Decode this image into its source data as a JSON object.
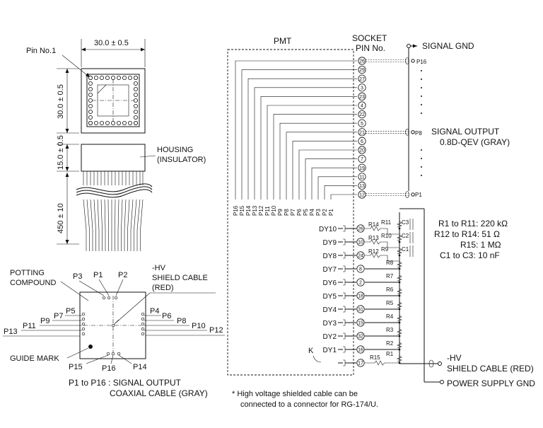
{
  "labels": {
    "width_dim": "30.0 ± 0.5",
    "height_dim": "30.0 ± 0.5",
    "housing_dim": "15.0 ± 0.5",
    "cable_dim": "450 ± 10",
    "pin_no1": "Pin No.1",
    "housing_l1": "HOUSING",
    "housing_l2": "(INSULATOR)",
    "potting_l1": "POTTING",
    "potting_l2": "COMPOUND",
    "guide_mark": "GUIDE MARK",
    "hv_l1": "-HV",
    "hv_l2": "SHIELD CABLE",
    "hv_l3": "(RED)",
    "sig_out_l1": "P1 to P16 : SIGNAL OUTPUT",
    "sig_out_l2": "COAXIAL CABLE (GRAY)",
    "pmt": "PMT",
    "socket_l1": "SOCKET",
    "socket_l2": "PIN No.",
    "signal_gnd": "SIGNAL GND",
    "signal_output_l1": "SIGNAL OUTPUT",
    "signal_output_l2": "0.8D-QEV (GRAY)",
    "r_spec1": "R1 to R11: 220 kΩ",
    "r_spec2": "R12 to R14: 51 Ω",
    "r_spec3": "R15: 1 MΩ",
    "r_spec4": "C1 to C3: 10 nF",
    "right_hv": "-HV",
    "right_hv_cable": "SHIELD CABLE (RED)",
    "power_gnd": "POWER SUPPLY GND",
    "note_l1": "*  High voltage shielded cable can be",
    "note_l2": "connected to a connector for RG-174/U.",
    "k": "K",
    "p_right_top": "P16",
    "p_right_mid": "P8",
    "p_right_bot": "P1"
  },
  "bottom_pins": {
    "p3": "P3",
    "p1": "P1",
    "p2": "P2",
    "p5": "P5",
    "p7": "P7",
    "p9": "P9",
    "p11": "P11",
    "p13": "P13",
    "p4": "P4",
    "p6": "P6",
    "p8": "P8",
    "p10": "P10",
    "p12": "P12",
    "p15": "P15",
    "p16": "P16",
    "p14": "P14"
  },
  "socket_pins": [
    "26",
    "29",
    "27",
    "3",
    "23",
    "4",
    "22",
    "5",
    "21",
    "6",
    "20",
    "7",
    "19",
    "11",
    "13",
    "12"
  ],
  "anode_labels": [
    "P16",
    "P15",
    "P14",
    "P13",
    "P12",
    "P11",
    "P10",
    "P9",
    "P8",
    "P7",
    "P6",
    "P5",
    "P4",
    "P3",
    "P2",
    "P1"
  ],
  "dynodes": [
    {
      "name": "DY10",
      "pin": "26"
    },
    {
      "name": "DY9",
      "pin": "10"
    },
    {
      "name": "DY8",
      "pin": "24"
    },
    {
      "name": "DY7",
      "pin": "8"
    },
    {
      "name": "DY6",
      "pin": "2"
    },
    {
      "name": "DY5",
      "pin": "18"
    },
    {
      "name": "DY4",
      "pin": "31"
    },
    {
      "name": "DY3",
      "pin": "15"
    },
    {
      "name": "DY2",
      "pin": "32"
    },
    {
      "name": "DY1",
      "pin": "16"
    },
    {
      "name": "",
      "pin": "17"
    }
  ],
  "resistors_ladder": [
    "R11",
    "R10",
    "R9",
    "R8",
    "R7",
    "R6",
    "R5",
    "R4",
    "R3",
    "R2",
    "R1"
  ],
  "caps": [
    "C3",
    "C2",
    "C1"
  ],
  "dy_resistors": [
    "R14",
    "R13",
    "R12"
  ],
  "r15": "R15"
}
